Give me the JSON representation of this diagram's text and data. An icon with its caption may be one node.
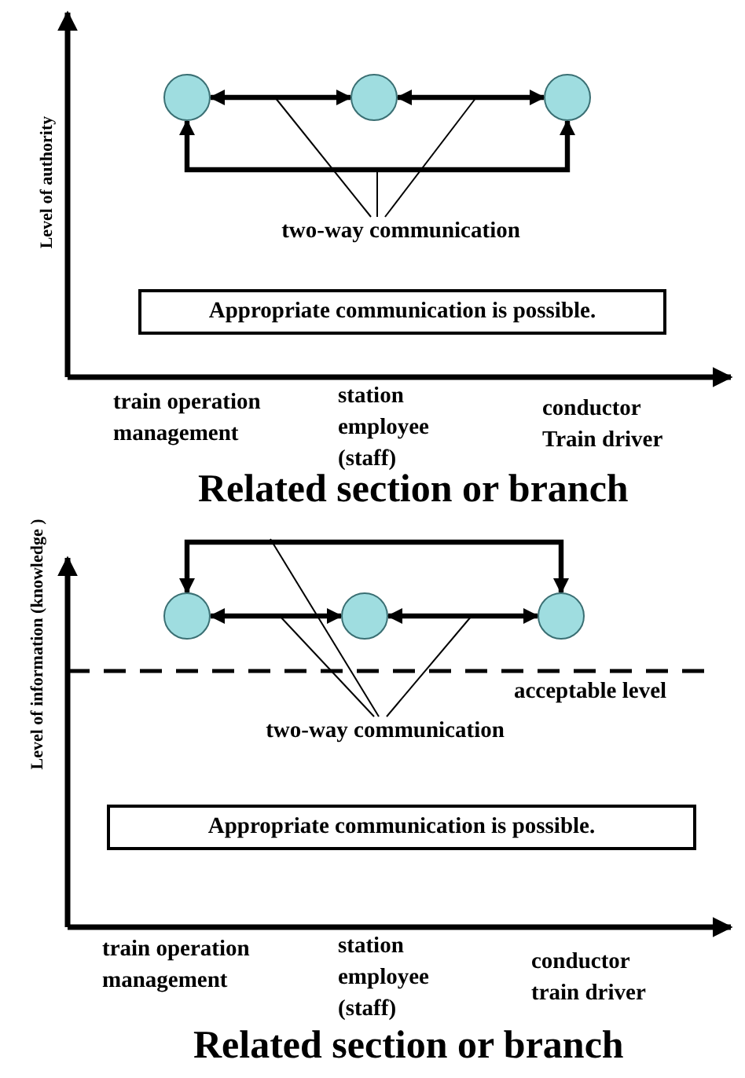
{
  "diagram": {
    "nodes": [
      {
        "text": [],
        "shape": "circle"
      },
      {
        "text": [],
        "shape": "circle"
      },
      {
        "text": [],
        "shape": "circle"
      },
      {
        "text": [
          "two-way communication"
        ]
      },
      {
        "text": [
          "Appropriate communication is possible."
        ]
      },
      {
        "text": [],
        "shape": "circle"
      },
      {
        "text": [],
        "shape": "circle"
      },
      {
        "text": [],
        "shape": "circle"
      },
      {
        "text": [
          "two-way communication"
        ]
      },
      {
        "text": [
          "Appropriate communication is possible."
        ]
      }
    ],
    "edges": [
      {
        "from": 0,
        "to": 1,
        "arrow": "both",
        "style": "thick"
      },
      {
        "from": 1,
        "to": 2,
        "arrow": "both",
        "style": "thick"
      },
      {
        "from": 0,
        "to": 2,
        "arrow": "both",
        "style": "thick"
      },
      {
        "from": 3,
        "to": null,
        "arrow": "none"
      },
      {
        "from": 3,
        "to": null,
        "arrow": "none"
      },
      {
        "from": 3,
        "to": null,
        "arrow": "none"
      },
      {
        "from": 5,
        "to": 6,
        "arrow": "both",
        "style": "thick"
      },
      {
        "from": 6,
        "to": 7,
        "arrow": "both",
        "style": "thick"
      },
      {
        "from": 5,
        "to": 7,
        "arrow": "both",
        "style": "thick"
      },
      {
        "from": 8,
        "to": null,
        "arrow": "none"
      },
      {
        "from": 8,
        "to": null,
        "arrow": "none"
      },
      {
        "from": 8,
        "to": null,
        "arrow": "none"
      }
    ],
    "labels": [
      "Level of authority",
      "train operation management",
      "station employee (staff)",
      "conductor Train driver",
      "Related section or branch",
      "Level of information (knowledge )",
      "acceptable level",
      "train operation management",
      "station employee (staff)",
      "conductor train driver",
      "Related section or branch"
    ]
  }
}
